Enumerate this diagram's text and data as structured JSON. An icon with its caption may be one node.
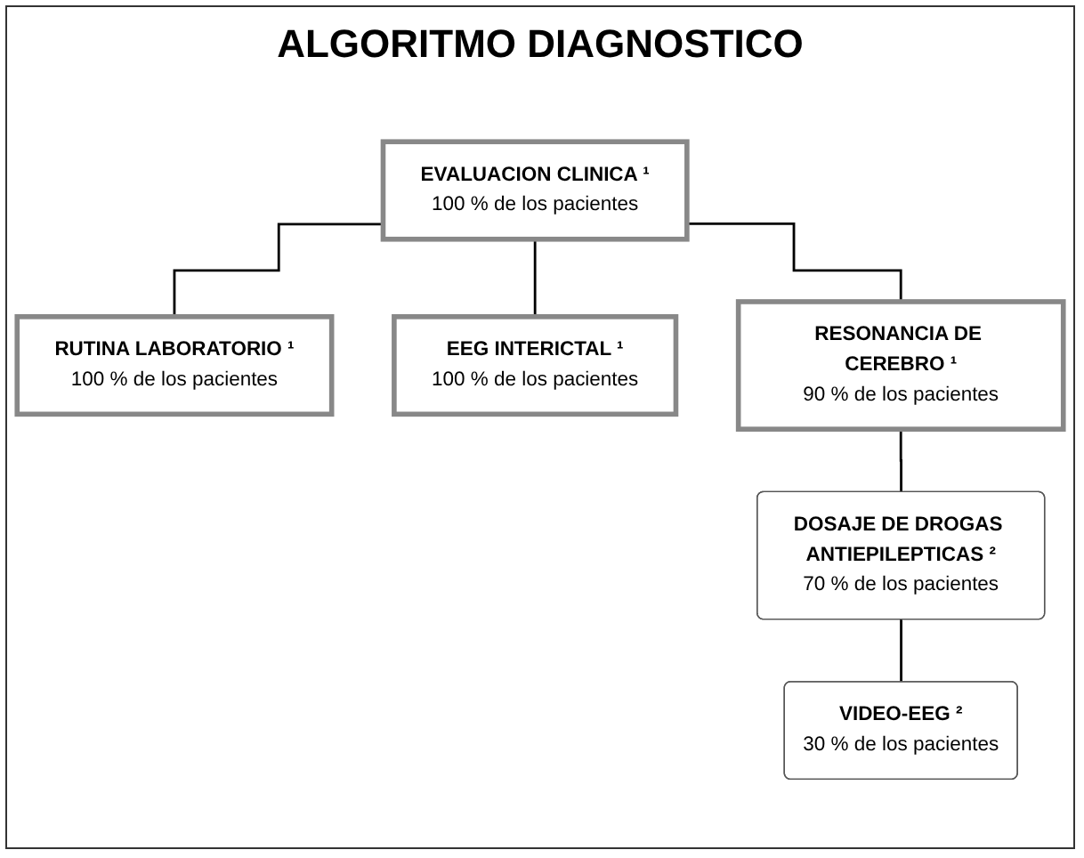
{
  "diagram": {
    "title": "ALGORITMO DIAGNOSTICO",
    "nodes": [
      {
        "text": [
          "EVALUACION CLINICA ¹",
          "100 % de los pacientes"
        ]
      },
      {
        "text": [
          "RUTINA LABORATORIO ¹",
          "100 % de los pacientes"
        ]
      },
      {
        "text": [
          "EEG INTERICTAL ¹",
          "100 % de los pacientes"
        ]
      },
      {
        "text": [
          "RESONANCIA DE CEREBRO ¹",
          "90 % de los pacientes"
        ]
      },
      {
        "text": [
          "DOSAJE DE DROGAS ANTIEPILEPTICAS ²",
          "70 % de los pacientes"
        ]
      },
      {
        "text": [
          "VIDEO-EEG ²",
          "30 % de los pacientes"
        ]
      }
    ],
    "edges": [
      {
        "from": 0,
        "to": 1,
        "arrow": "none"
      },
      {
        "from": 0,
        "to": 2,
        "arrow": "none"
      },
      {
        "from": 0,
        "to": 3,
        "arrow": "none"
      },
      {
        "from": 3,
        "to": 4,
        "arrow": "none"
      },
      {
        "from": 4,
        "to": 5,
        "arrow": "none"
      }
    ]
  }
}
